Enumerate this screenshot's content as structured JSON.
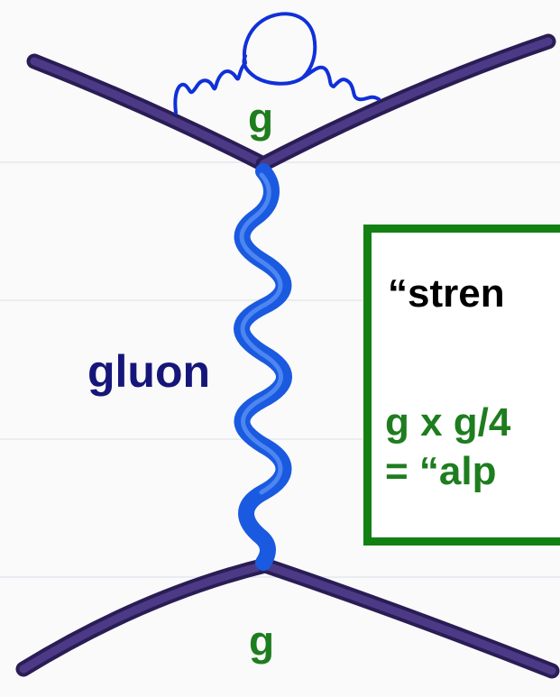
{
  "labels": {
    "coupling_top": "g",
    "coupling_bottom": "g",
    "gluon": "gluon"
  },
  "box": {
    "line1": "“stren",
    "line2": "g x g/4",
    "line3": "=  “alp"
  },
  "colors": {
    "quark_line": "#3c2a6e",
    "gluon": "#1a5ae0",
    "loop": "#1030d8",
    "box_border": "#138013",
    "green_text": "#1e7d1e",
    "navy_text": "#16167a",
    "page_lines": "#e3e7ee"
  }
}
